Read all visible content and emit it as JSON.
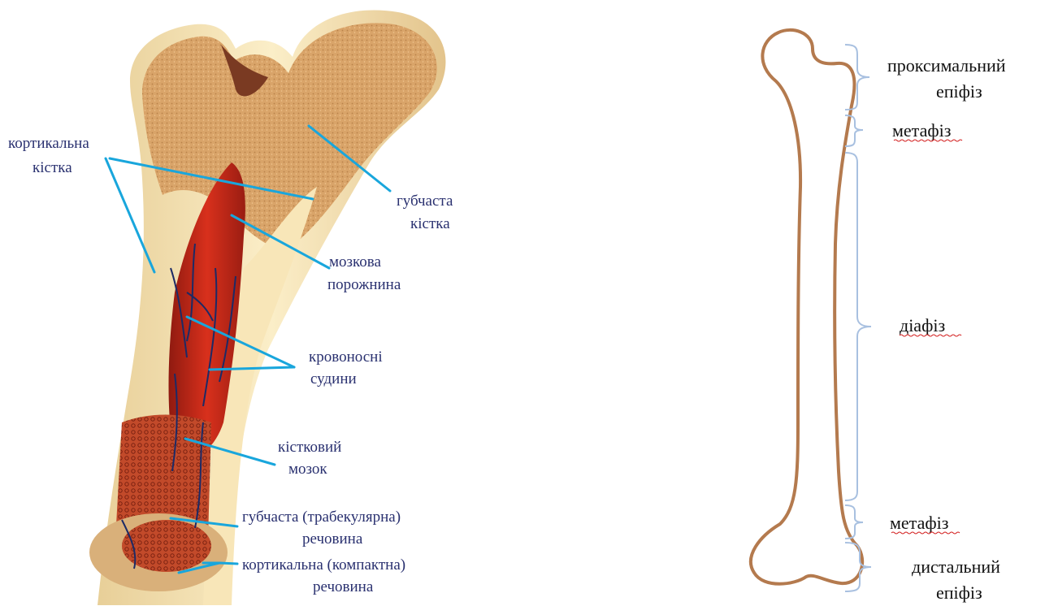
{
  "bone_cross_section": {
    "labels": {
      "cortical_bone": [
        "кортикальна",
        "кістка"
      ],
      "spongy_bone": [
        "губчаста",
        "кістка"
      ],
      "medullary_cavity": [
        "мозкова",
        "порожнина"
      ],
      "blood_vessels": [
        "кровоносні",
        "судини"
      ],
      "bone_marrow": [
        "кістковий",
        "мозок"
      ],
      "trabecular_substance": [
        "губчаста (трабекулярна)",
        "речовина"
      ],
      "compact_substance": [
        "кортикальна (компактна)",
        "речовина"
      ]
    }
  },
  "bone_outline": {
    "labels": {
      "proximal_epiphysis": [
        "проксимальний",
        "епіфіз"
      ],
      "metaphysis_top": "метафіз",
      "diaphysis": "діафіз",
      "metaphysis_bottom": "метафіз",
      "distal_epiphysis": [
        "дистальний",
        "епіфіз"
      ]
    }
  },
  "colors": {
    "label_left": "#2a3170",
    "leader_lines": "#19a6dc",
    "bone_outline": "#b47a4e",
    "braces": "#a8c0e0",
    "spell_underline": "#d21e1e"
  }
}
